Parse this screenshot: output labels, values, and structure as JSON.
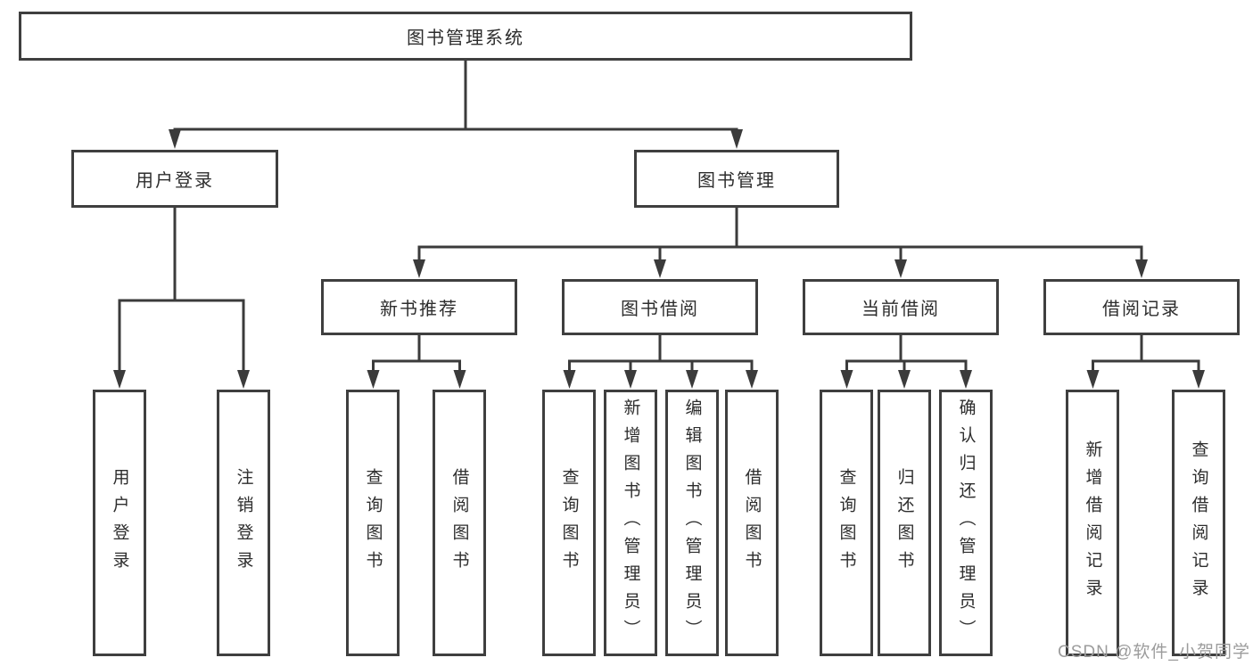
{
  "tree": {
    "root": {
      "label": "图书管理系统",
      "children": [
        {
          "label": "用户登录",
          "children": [
            {
              "label": "用户登录"
            },
            {
              "label": "注销登录"
            }
          ]
        },
        {
          "label": "图书管理",
          "children": [
            {
              "label": "新书推荐",
              "children": [
                {
                  "label": "查询图书"
                },
                {
                  "label": "借阅图书"
                }
              ]
            },
            {
              "label": "图书借阅",
              "children": [
                {
                  "label": "查询图书"
                },
                {
                  "label": "新增图书（管理员）"
                },
                {
                  "label": "编辑图书（管理员）"
                },
                {
                  "label": "借阅图书"
                }
              ]
            },
            {
              "label": "当前借阅",
              "children": [
                {
                  "label": "查询图书"
                },
                {
                  "label": "归还图书"
                },
                {
                  "label": "确认归还（管理员）"
                }
              ]
            },
            {
              "label": "借阅记录",
              "children": [
                {
                  "label": "新增借阅记录"
                },
                {
                  "label": "查询借阅记录"
                }
              ]
            }
          ]
        }
      ]
    }
  },
  "watermark": {
    "text": "CSDN @软件_小贺同学"
  },
  "colors": {
    "line": "#3b3b3b",
    "box_border": "#3f3f3f",
    "text": "#2d2d2d",
    "watermark_text": "#9c9c9c",
    "background": "#ffffff"
  }
}
